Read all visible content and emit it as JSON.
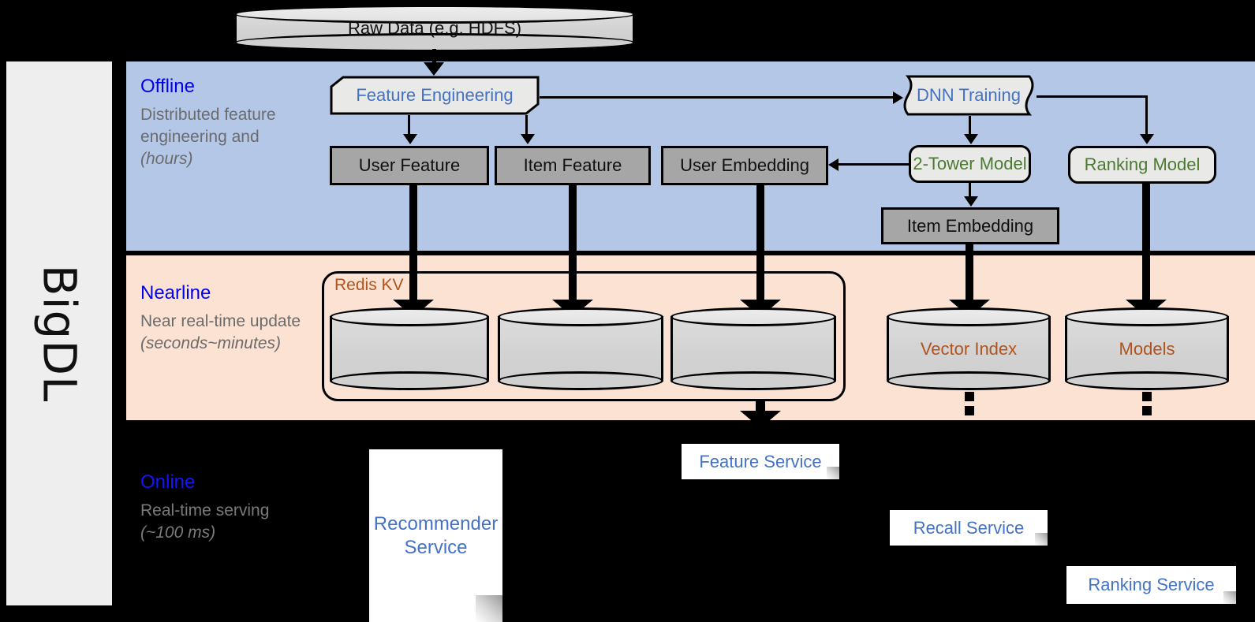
{
  "brand": {
    "name": "BigDL"
  },
  "bands": [
    {
      "id": "offline",
      "title": "Offline",
      "desc": "Distributed feature engineering and ",
      "desc_em": "(hours)"
    },
    {
      "id": "nearline",
      "title": "Nearline",
      "desc": "Near real-time update ",
      "desc_em": "(seconds~minutes)"
    },
    {
      "id": "online",
      "title": "Online",
      "desc": "Real-time serving ",
      "desc_em": "(~100 ms)"
    }
  ],
  "band_text": {
    "offline_title": "Offline",
    "offline_desc": "Distributed feature engineering and ",
    "offline_em": "(hours)",
    "nearline_title": "Nearline",
    "nearline_desc": "Near real-time update ",
    "nearline_em": "(seconds~minutes)",
    "online_title": "Online",
    "online_desc": "Real-time serving ",
    "online_em": "(~100 ms)"
  },
  "nodes": {
    "raw_data": "Raw Data (e.g. HDFS)",
    "feature_engineering": "Feature Engineering",
    "dnn_training": "DNN Training",
    "user_feature": "User Feature",
    "item_feature": "Item Feature",
    "user_embedding": "User Embedding",
    "two_tower_model": "2-Tower Model",
    "ranking_model": "Ranking Model",
    "item_embedding": "Item Embedding",
    "redis_kv": "Redis KV",
    "kv_store_1": "",
    "kv_store_2": "",
    "kv_store_3": "",
    "vector_index": "Vector Index",
    "models": "Models",
    "feature_service": "Feature Service",
    "recall_service": "Recall Service",
    "ranking_service": "Ranking Service",
    "recommender_service_line1": "Recommender",
    "recommender_service_line2": "Service"
  },
  "colors": {
    "offline_band": "#b4c7e7",
    "nearline_band": "#fbe2d3",
    "online_band": "#000000",
    "band_title": "#0000ee",
    "band_desc": "#6b6b6b",
    "blue_text": "#4472c4",
    "green_text": "#4a7a32",
    "orange_text": "#b0541f",
    "gray_box": "#a6a6a6",
    "proc_box": "#e9e9e7",
    "brand_strip": "#eeeeee"
  }
}
